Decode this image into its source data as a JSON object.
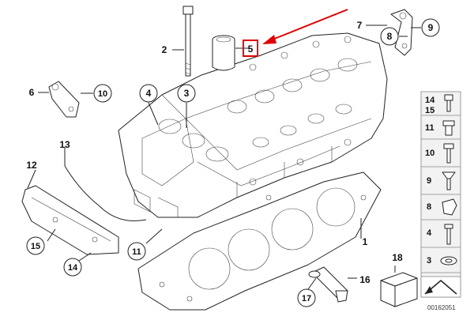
{
  "labels": {
    "l1": "1",
    "l2": "2",
    "l3": "3",
    "l4": "4",
    "l5": "5",
    "l6": "6",
    "l7": "7",
    "l8": "8",
    "l9": "9",
    "l10": "10",
    "l11": "11",
    "l12": "12",
    "l13": "13",
    "l14": "14",
    "l15": "15",
    "l16": "16",
    "l17": "17",
    "l18": "18"
  },
  "legend": [
    "14",
    "15",
    "11",
    "10",
    "9",
    "8",
    "4",
    "3"
  ],
  "image_id": "00162051",
  "colors": {
    "highlight": "#e00000",
    "line": "#222222",
    "panel": "#f2f2f2"
  }
}
